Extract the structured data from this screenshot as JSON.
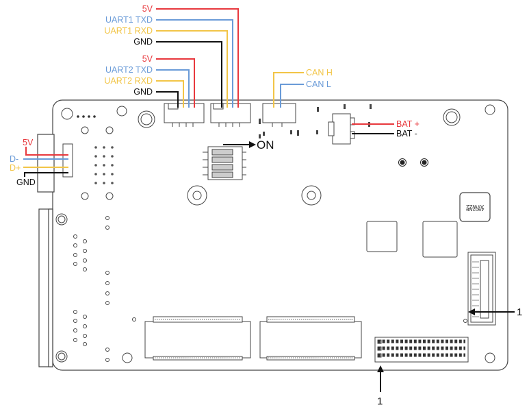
{
  "colors": {
    "red": "#e8383d",
    "blue": "#6a9bd8",
    "yellow": "#f2c547",
    "black": "#111111",
    "outline": "#444444"
  },
  "labels": {
    "uart1_5v": "5V",
    "uart1_txd": "UART1 TXD",
    "uart1_rxd": "UART1 RXD",
    "uart1_gnd": "GND",
    "uart2_5v": "5V",
    "uart2_txd": "UART2 TXD",
    "uart2_rxd": "UART2 RXD",
    "uart2_gnd": "GND",
    "can_h": "CAN H",
    "can_l": "CAN L",
    "bat_plus": "BAT +",
    "bat_minus": "BAT -",
    "dip_on": "ON",
    "usb_5v": "5V",
    "usb_dminus": "D-",
    "usb_dplus": "D+",
    "usb_gnd": "GND",
    "pin1_right": "1",
    "pin1_bottom": "1",
    "chip_marking_line1": "AYWZZ",
    "chip_marking_line2": "4902NF"
  }
}
